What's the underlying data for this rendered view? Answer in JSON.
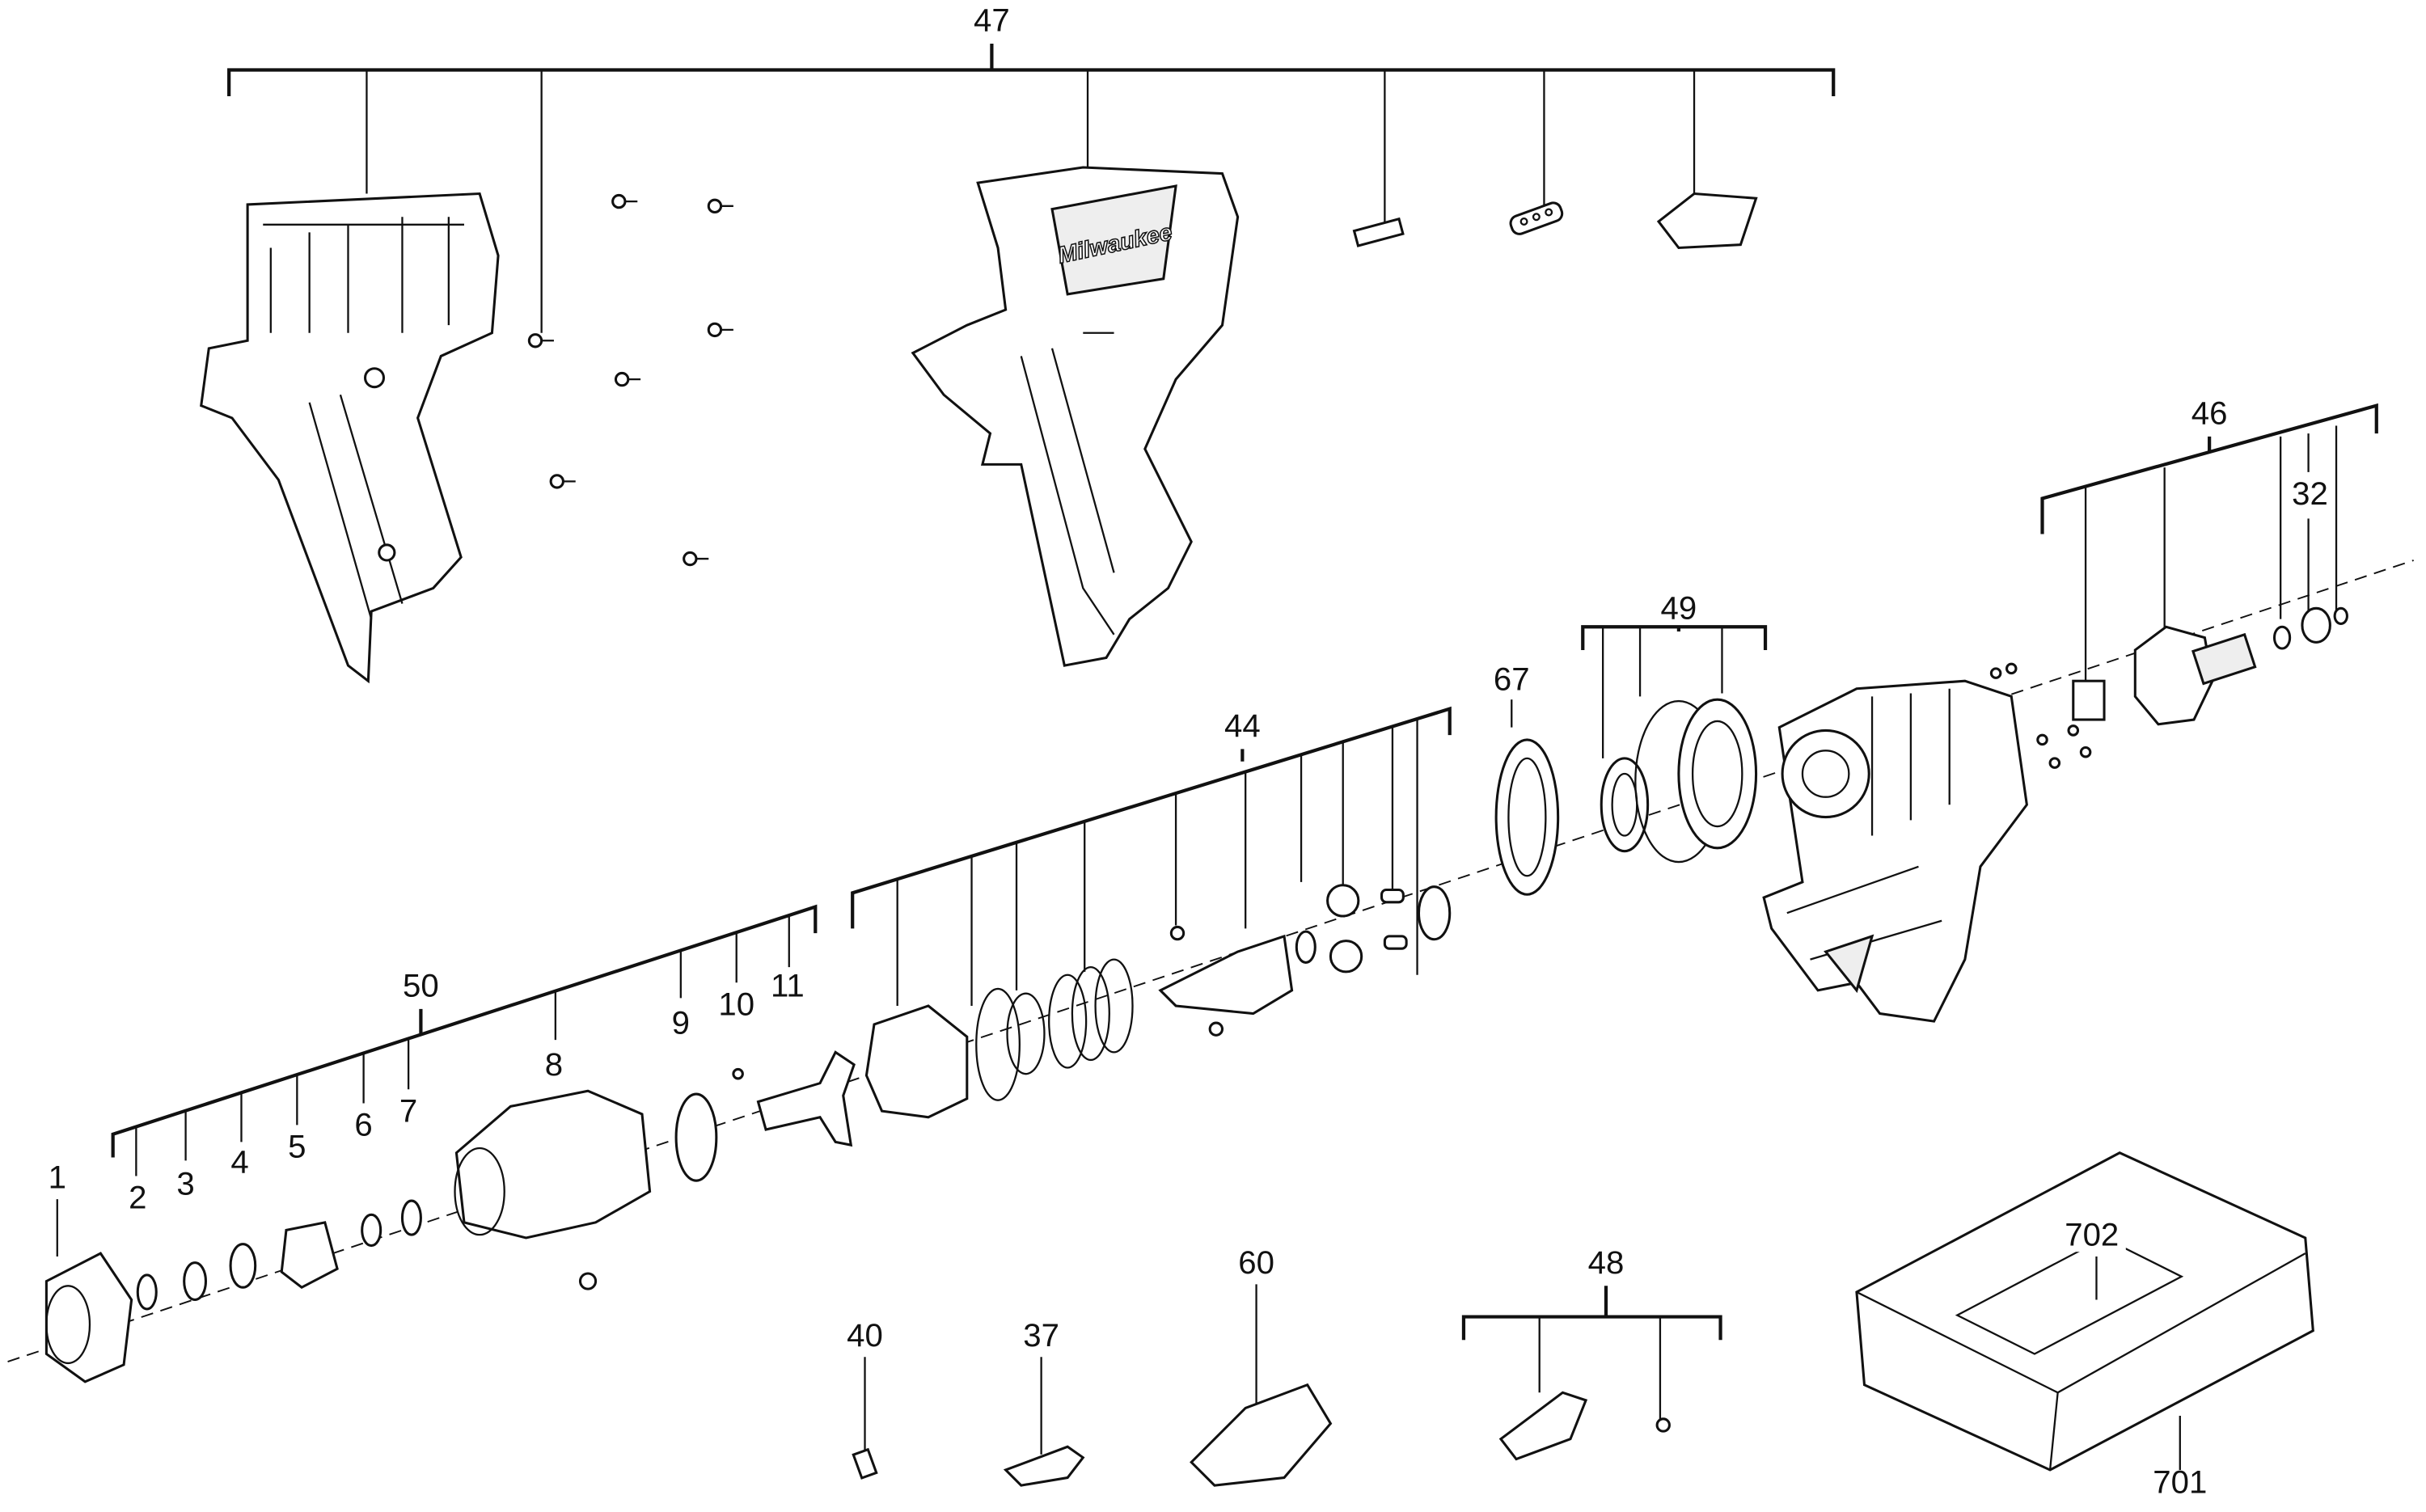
{
  "diagram": {
    "type": "exploded-parts-diagram",
    "brand_logo": "Milwaukee",
    "colors": {
      "line": "#111111",
      "background": "#ffffff"
    },
    "labels": {
      "p47": "47",
      "p46": "46",
      "p32": "32",
      "p49": "49",
      "p67": "67",
      "p44": "44",
      "p50": "50",
      "p1": "1",
      "p2": "2",
      "p3": "3",
      "p4": "4",
      "p5": "5",
      "p6": "6",
      "p7": "7",
      "p8": "8",
      "p9": "9",
      "p10": "10",
      "p11": "11",
      "p40": "40",
      "p37": "37",
      "p60": "60",
      "p48": "48",
      "p702": "702",
      "p701": "701"
    }
  }
}
